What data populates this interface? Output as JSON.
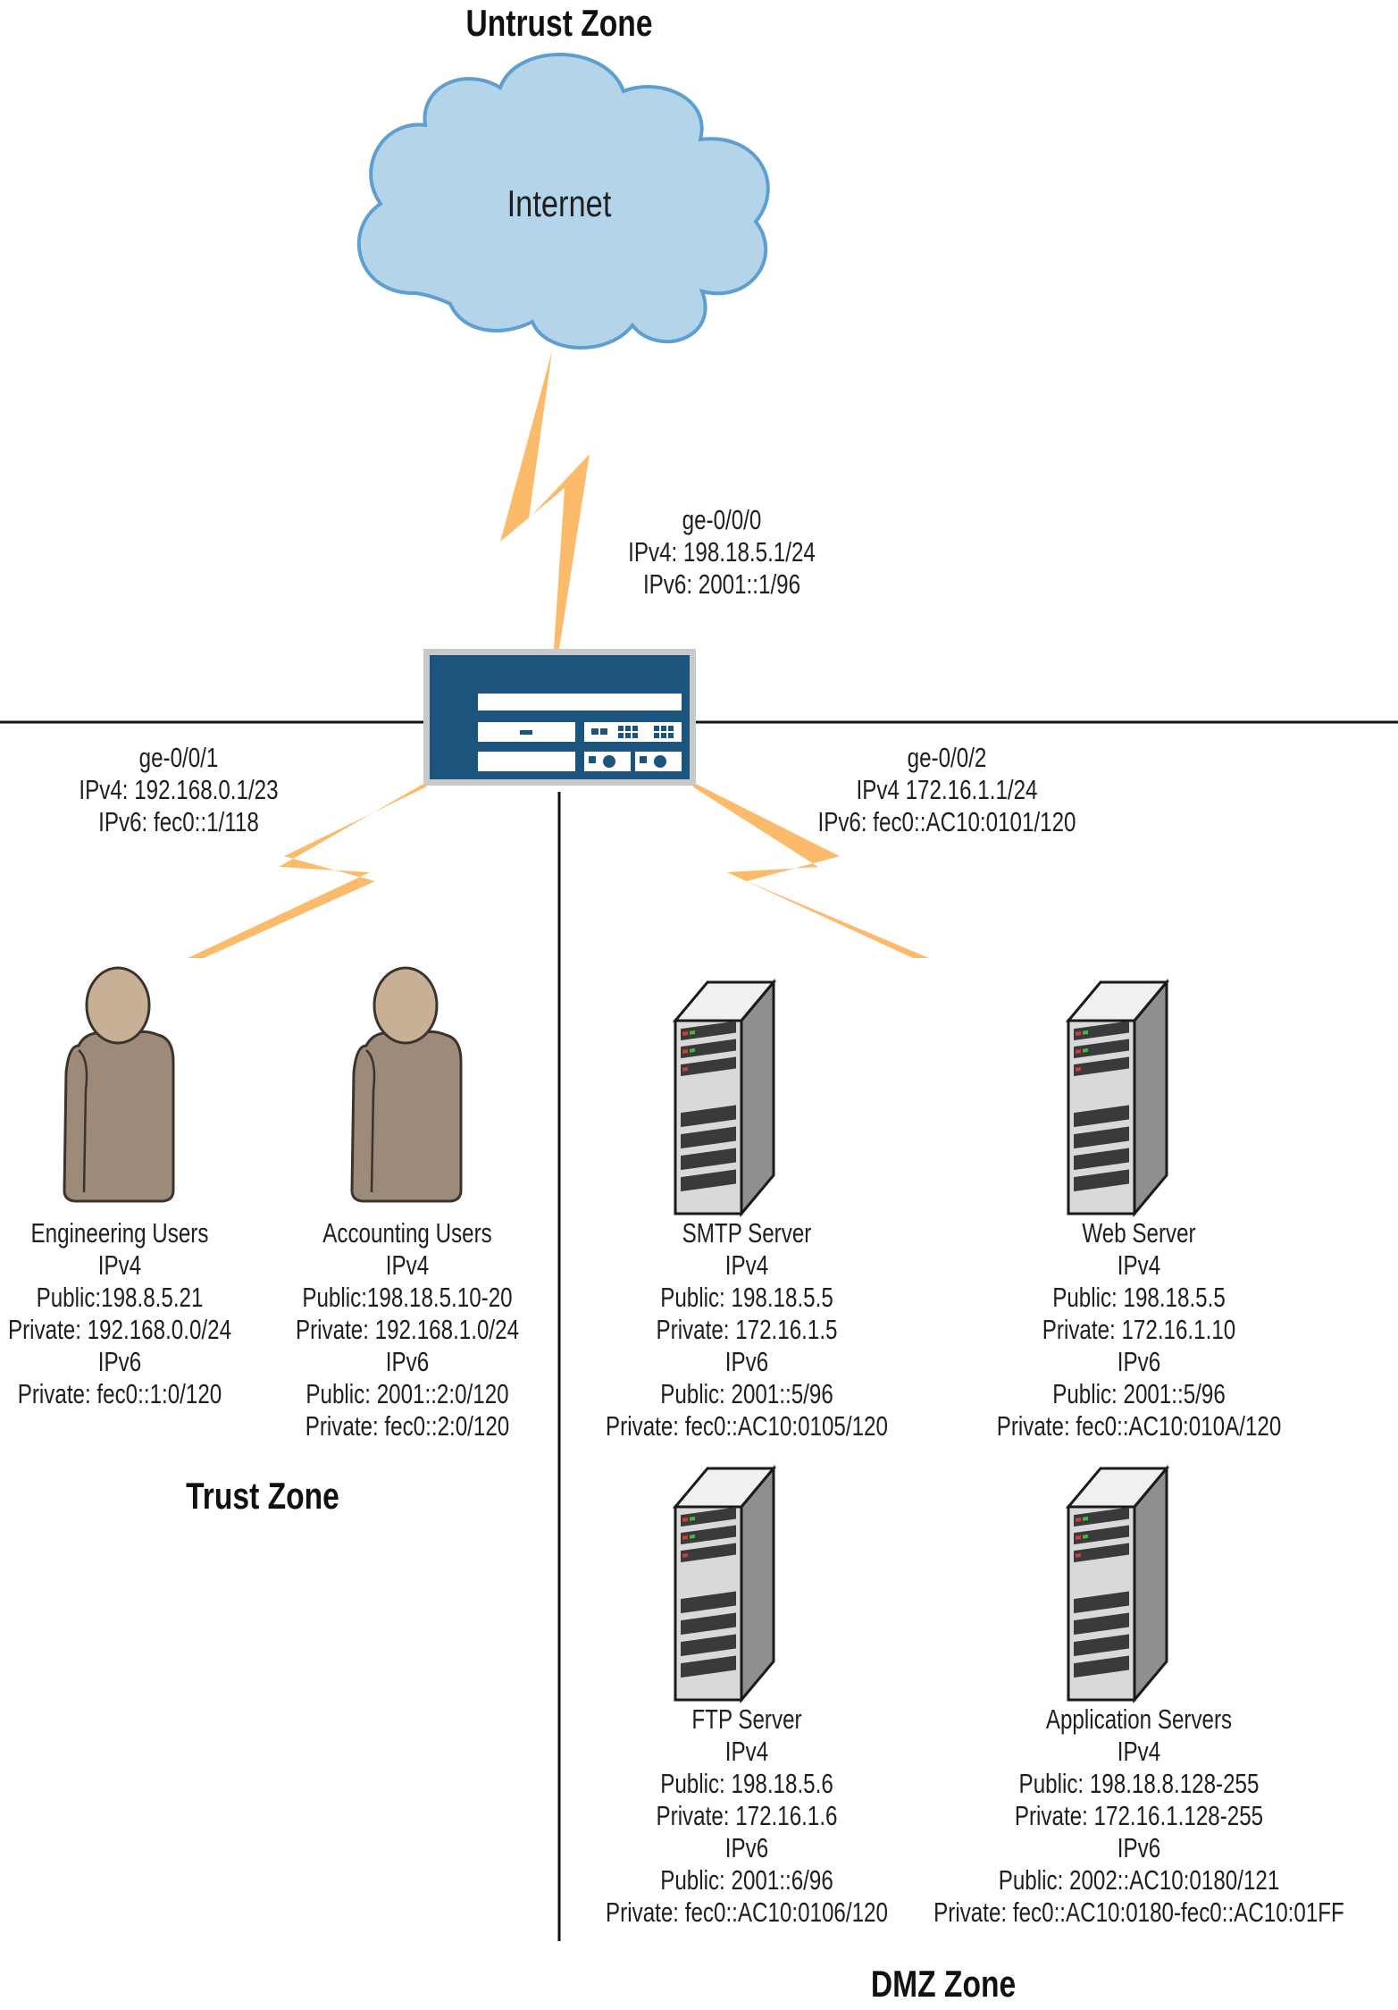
{
  "zones": {
    "untrust": "Untrust Zone",
    "trust": "Trust Zone",
    "dmz": "DMZ Zone"
  },
  "cloud": {
    "label": "Internet"
  },
  "interfaces": {
    "ge000": [
      "ge-0/0/0",
      "IPv4: 198.18.5.1/24",
      "IPv6: 2001::1/96"
    ],
    "ge001": [
      "ge-0/0/1",
      "IPv4: 192.168.0.1/23",
      "IPv6: fec0::1/118"
    ],
    "ge002": [
      "ge-0/0/2",
      "IPv4 172.16.1.1/24",
      "IPv6: fec0::AC10:0101/120"
    ]
  },
  "hosts": {
    "engineering": [
      "Engineering Users",
      "IPv4",
      "Public:198.8.5.21",
      "Private: 192.168.0.0/24",
      "IPv6",
      "Private: fec0::1:0/120"
    ],
    "accounting": [
      "Accounting Users",
      "IPv4",
      "Public:198.18.5.10-20",
      "Private: 192.168.1.0/24",
      "IPv6",
      "Public: 2001::2:0/120",
      "Private: fec0::2:0/120"
    ],
    "smtp": [
      "SMTP Server",
      "IPv4",
      "Public: 198.18.5.5",
      "Private: 172.16.1.5",
      "IPv6",
      "Public: 2001::5/96",
      "Private: fec0::AC10:0105/120"
    ],
    "web": [
      "Web Server",
      "IPv4",
      "Public: 198.18.5.5",
      "Private: 172.16.1.10",
      "IPv6",
      "Public: 2001::5/96",
      "Private: fec0::AC10:010A/120"
    ],
    "ftp": [
      "FTP Server",
      "IPv4",
      "Public: 198.18.5.6",
      "Private: 172.16.1.6",
      "IPv6",
      "Public: 2001::6/96",
      "Private: fec0::AC10:0106/120"
    ],
    "app": [
      "Application Servers",
      "IPv4",
      "Public: 198.18.8.128-255",
      "Private: 172.16.1.128-255",
      "IPv6",
      "Public: 2002::AC10:0180/121",
      "Private: fec0::AC10:0180-fec0::AC10:01FF"
    ]
  },
  "colors": {
    "cloud_fill": "#b4d4ea",
    "cloud_stroke": "#5e9fcf",
    "bolt": "#fbbb6b",
    "device": "#1b557d",
    "person_head": "#c8b097",
    "person_body": "#9d8a79",
    "server_front": "#d9d9d9",
    "server_side": "#8f8f8f"
  }
}
